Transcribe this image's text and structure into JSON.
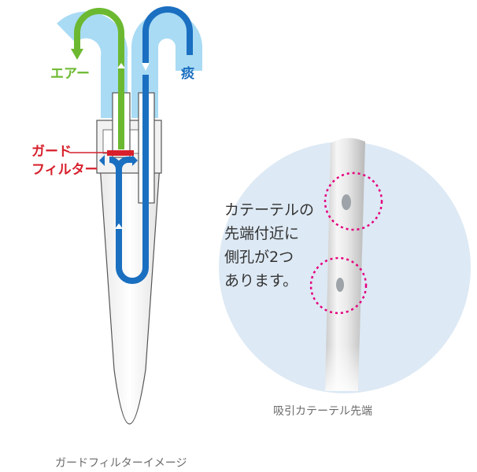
{
  "colors": {
    "air": "#6cb931",
    "sputum": "#1a6fc0",
    "filter": "#d7202c",
    "light_blue": "#a9dbf4",
    "circle_bg": "#dde9f4",
    "hole_marker": "#e4007f"
  },
  "labels": {
    "air": "エアー",
    "sputum": "痰",
    "guard_filter_line1": "ガード",
    "guard_filter_line2": "フィルター"
  },
  "callout": {
    "text": "カテーテルの\n先端付近に\n側孔が2つ\nあります。"
  },
  "captions": {
    "left": "ガードフィルターイメージ",
    "right": "吸引カテーテル先端"
  }
}
